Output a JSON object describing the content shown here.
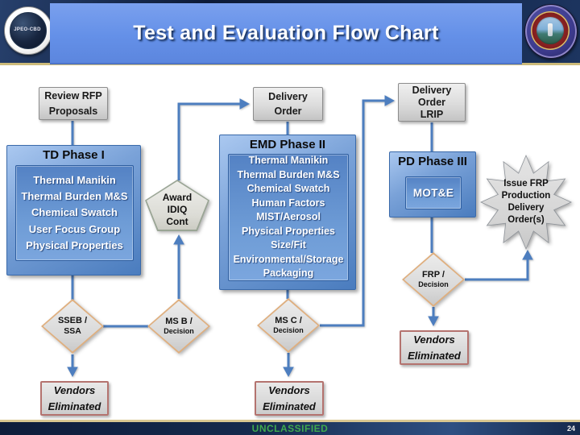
{
  "header": {
    "title": "Test and Evaluation Flow Chart",
    "left_seal_label": "JPEO-CBD"
  },
  "footer": {
    "classification": "UNCLASSIFIED",
    "page_number": "24"
  },
  "colors": {
    "banner_blue": "#6490e8",
    "connector_blue": "#4d7ebf",
    "phase_box_blue": "#4a7cbe",
    "diamond_border_tan": "#dfaf7f",
    "vendors_border_red": "#b4736f",
    "classification_green": "#3faa4f"
  },
  "nodes": {
    "review_rfp": {
      "label": "Review RFP\nProposals"
    },
    "delivery_order": {
      "label": "Delivery\nOrder"
    },
    "delivery_order_lrip": {
      "label": "Delivery\nOrder\nLRIP"
    },
    "td_phase": {
      "title": "TD Phase I",
      "tests": "Thermal Manikin\nThermal Burden M&S\nChemical Swatch\nUser Focus Group\nPhysical Properties"
    },
    "emd_phase": {
      "title": "EMD Phase II",
      "tests": "Thermal Manikin\nThermal Burden M&S\nChemical Swatch\nHuman Factors\nMIST/Aerosol\nPhysical Properties\nSize/Fit\nEnvironmental/Storage\nPackaging"
    },
    "pd_phase": {
      "title": "PD Phase III",
      "tests": "MOT&E"
    },
    "award_idiq": {
      "label": "Award\nIDIQ\nCont"
    },
    "sseb": {
      "line1": "SSEB /",
      "line2": "SSA"
    },
    "ms_b": {
      "line1": "MS B /",
      "line2": "Decision"
    },
    "ms_c": {
      "line1": "MS C /",
      "line2": "Decision"
    },
    "frp": {
      "line1": "FRP /",
      "line2": "Decision"
    },
    "vendors_1": {
      "label": "Vendors\nEliminated"
    },
    "vendors_2": {
      "label": "Vendors\nEliminated"
    },
    "vendors_3": {
      "label": "Vendors\nEliminated"
    },
    "issue_frp": {
      "label": "Issue FRP\nProduction\nDelivery\nOrder(s)"
    }
  }
}
